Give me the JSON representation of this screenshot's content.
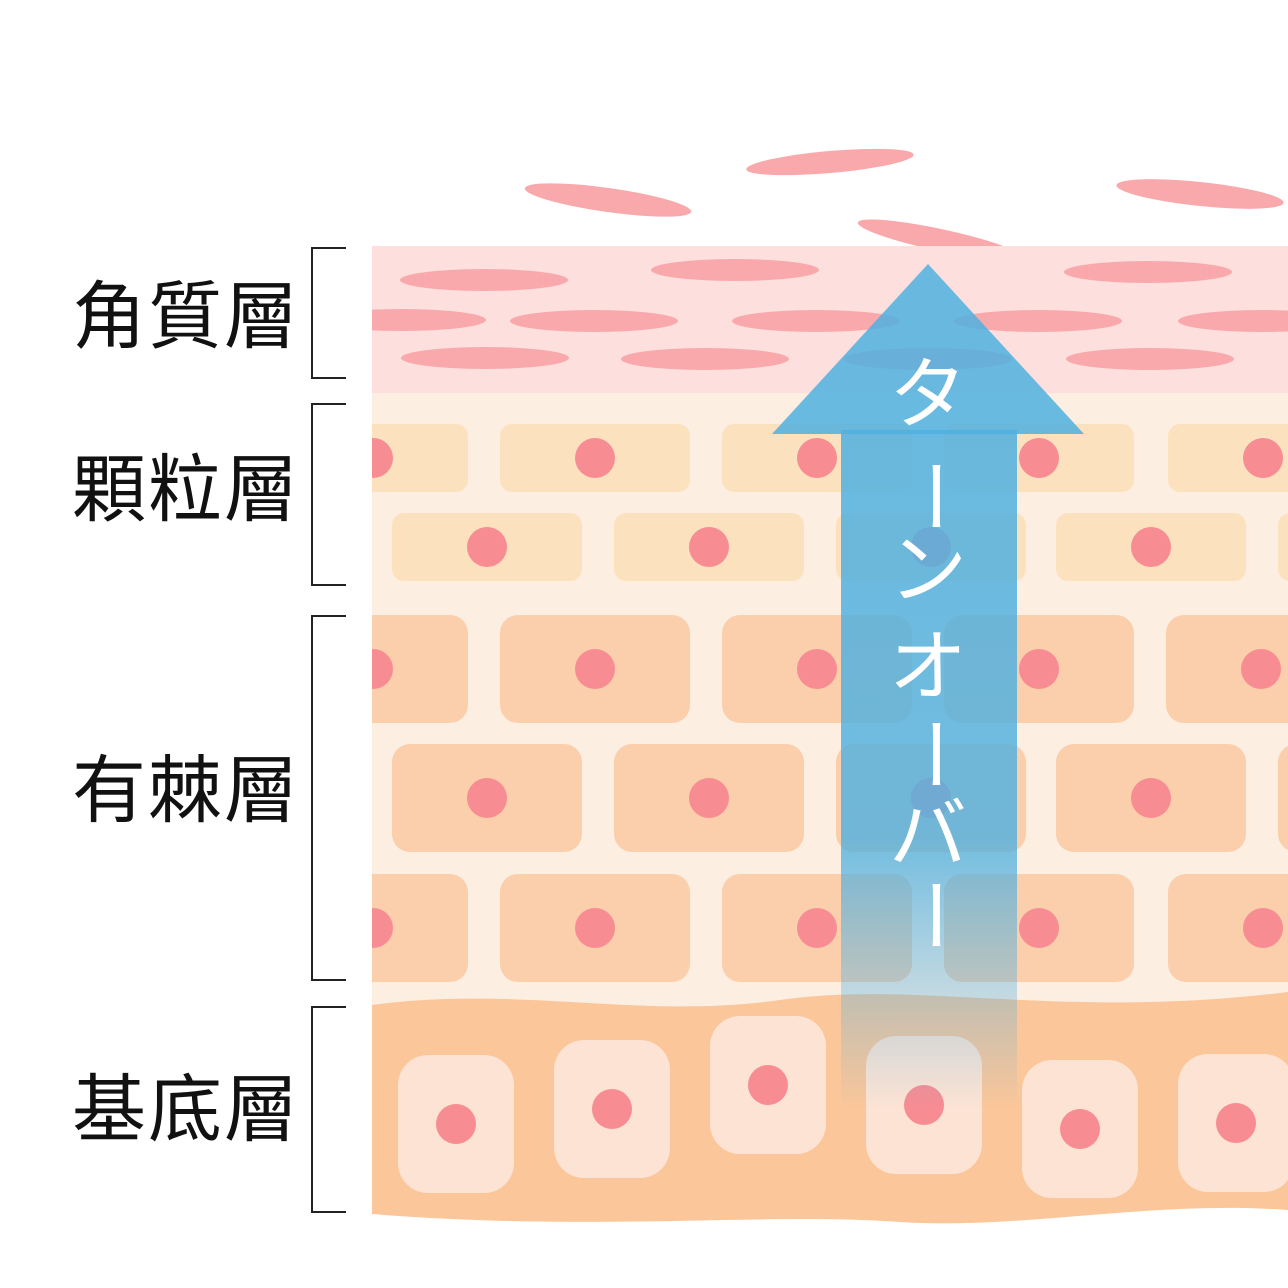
{
  "layers": [
    {
      "id": "stratum-corneum",
      "label": "角質層"
    },
    {
      "id": "stratum-granulosum",
      "label": "顆粒層"
    },
    {
      "id": "stratum-spinosum",
      "label": "有棘層"
    },
    {
      "id": "stratum-basale",
      "label": "基底層"
    }
  ],
  "arrow": {
    "label_chars": [
      "タ",
      "ー",
      "ン",
      "オ",
      "ー",
      "バ",
      "ー"
    ]
  },
  "colors": {
    "corneum_bg": "#fde0de",
    "corneum_flake": "#f9a9ab",
    "epidermis_bg": "#fdeee2",
    "granular_cell": "#fce1be",
    "spinous_cell": "#fbceac",
    "basal_bg": "#fbc699",
    "basal_cell": "#fde3d4",
    "nucleus": "#f78c93",
    "arrow": "#4fb0e0",
    "label_text": "#111111"
  }
}
